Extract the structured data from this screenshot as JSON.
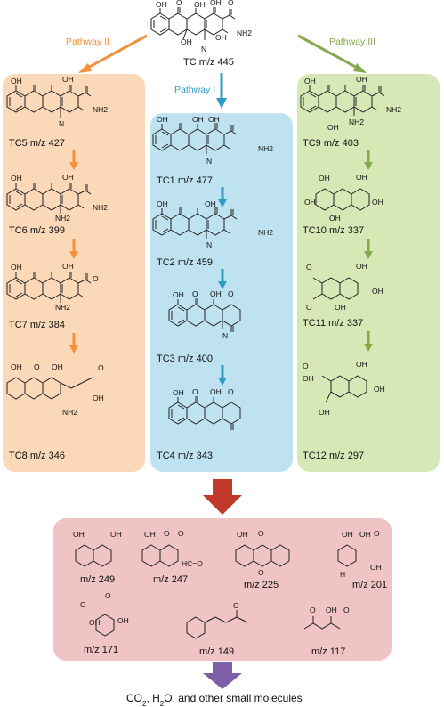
{
  "colors": {
    "pathway_i_panel": "#bfe2f0",
    "pathway_i_arrow": "#2e9dc6",
    "pathway_ii_panel": "#fbd8b8",
    "pathway_ii_arrow": "#f0923c",
    "pathway_iii_panel": "#d6e8b6",
    "pathway_iii_arrow": "#84a84a",
    "products_panel": "#f0c3c5",
    "red_arrow": "#c0392b",
    "purple_arrow": "#7d5ea7"
  },
  "pathways": {
    "pathway_i": "Pathway I",
    "pathway_ii": "Pathway II",
    "pathway_iii": "Pathway III"
  },
  "parent": {
    "label": "TC m/z 445"
  },
  "pathway_ii": [
    {
      "label": "TC5 m/z 427"
    },
    {
      "label": "TC6 m/z 399"
    },
    {
      "label": "TC7 m/z 384"
    },
    {
      "label": "TC8 m/z 346"
    }
  ],
  "pathway_i": [
    {
      "label": "TC1 m/z 477"
    },
    {
      "label": "TC2 m/z 459"
    },
    {
      "label": "TC3 m/z 400"
    },
    {
      "label": "TC4 m/z 343"
    }
  ],
  "pathway_iii": [
    {
      "label": "TC9 m/z 403"
    },
    {
      "label": "TC10 m/z 337"
    },
    {
      "label": "TC11 m/z 337"
    },
    {
      "label": "TC12 m/z 297"
    }
  ],
  "products": [
    "m/z 249",
    "m/z 247",
    "m/z 225",
    "m/z 201",
    "m/z 171",
    "m/z 149",
    "m/z 117"
  ],
  "atoms": {
    "oh": "OH",
    "o": "O",
    "nh2": "NH2",
    "n": "N",
    "h": "H",
    "ketene": "HC=O"
  },
  "final": {
    "co2": "CO",
    "sub2a": "2",
    "sep1": ", H",
    "sub2b": "2",
    "rest": "O, and other small molecules"
  }
}
